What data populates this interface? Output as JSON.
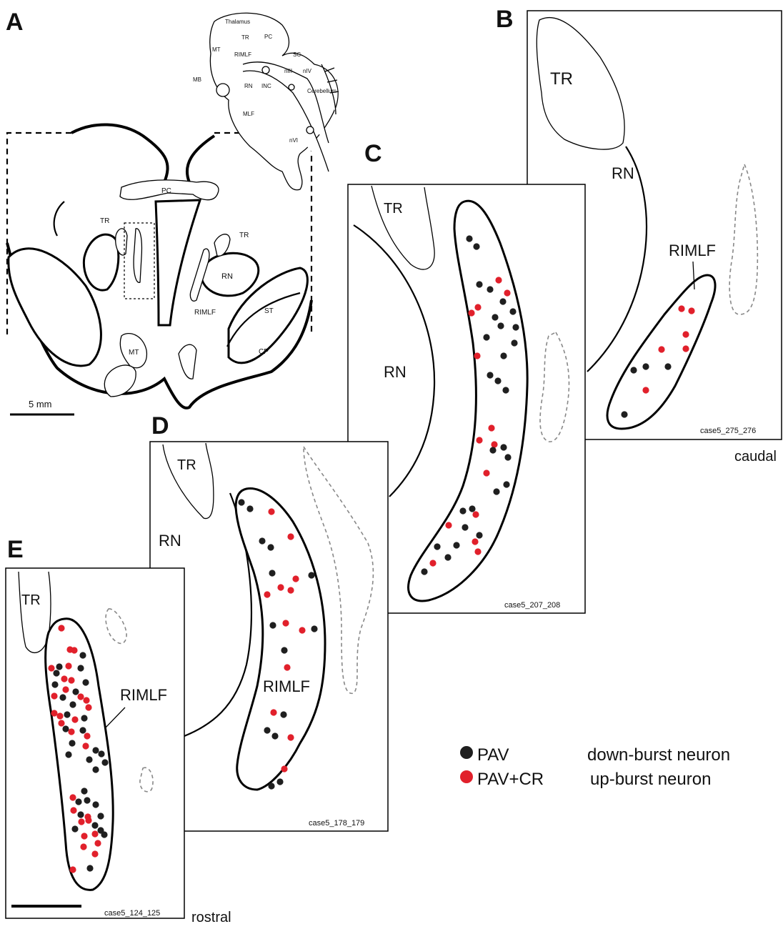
{
  "colors": {
    "pav": "#1f1f1f",
    "pav_cr": "#e1202b"
  },
  "panelA": {
    "letter": "A",
    "scale_bar": "5 mm",
    "labels": {
      "pc": "PC",
      "tr_left": "TR",
      "tr_right": "TR",
      "rn": "RN",
      "rimlf": "RIMLF",
      "st": "ST",
      "cp": "CP",
      "mt": "MT"
    },
    "inset_labels": {
      "thalamus": "Thalamus",
      "tr": "TR",
      "pc": "PC",
      "mt": "MT",
      "rimlf": "RIMLF",
      "sc": "SC",
      "mb": "MB",
      "rn": "RN",
      "inc": "INC",
      "niii": "nIII",
      "niv": "nIV",
      "cerebellum": "Cerebellum",
      "mlf": "MLF",
      "nvi": "nVI"
    }
  },
  "panelB": {
    "letter": "B",
    "tr": "TR",
    "rn": "RN",
    "rimlf": "RIMLF",
    "case": "case5_275_276",
    "note": "caudal"
  },
  "panelC": {
    "letter": "C",
    "tr": "TR",
    "rn": "RN",
    "case": "case5_207_208"
  },
  "panelD": {
    "letter": "D",
    "tr": "TR",
    "rn": "RN",
    "rimlf": "RIMLF",
    "case": "case5_178_179"
  },
  "panelE": {
    "letter": "E",
    "tr": "TR",
    "rimlf": "RIMLF",
    "case": "case5_124_125",
    "note": "rostral"
  },
  "legend": [
    {
      "label": "PAV",
      "desc": "down-burst neuron",
      "color": "#1f1f1f"
    },
    {
      "label": "PAV+CR",
      "desc": "up-burst neuron",
      "color": "#e1202b"
    }
  ]
}
